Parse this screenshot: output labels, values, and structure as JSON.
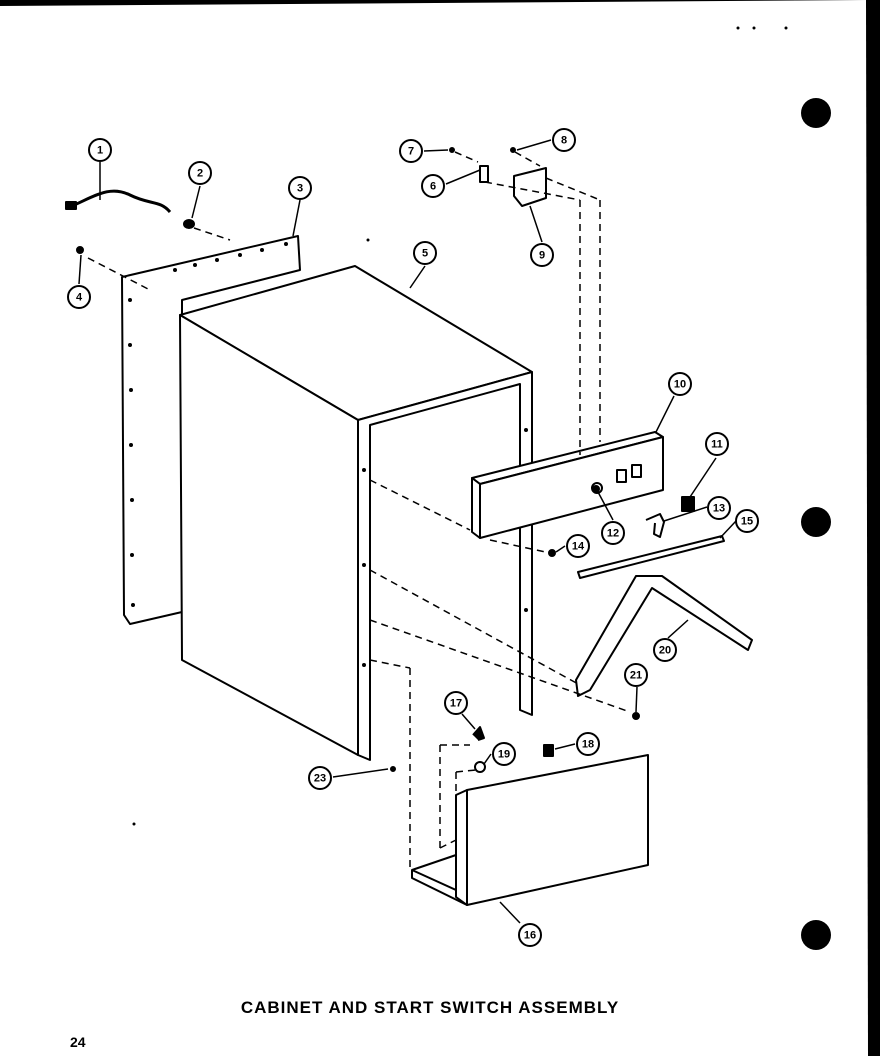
{
  "caption": "CABINET AND START SWITCH ASSEMBLY",
  "page_number": "24",
  "callouts": [
    "1",
    "2",
    "3",
    "4",
    "5",
    "6",
    "7",
    "8",
    "9",
    "10",
    "11",
    "12",
    "13",
    "14",
    "15",
    "16",
    "17",
    "18",
    "19",
    "20",
    "21",
    "23"
  ]
}
